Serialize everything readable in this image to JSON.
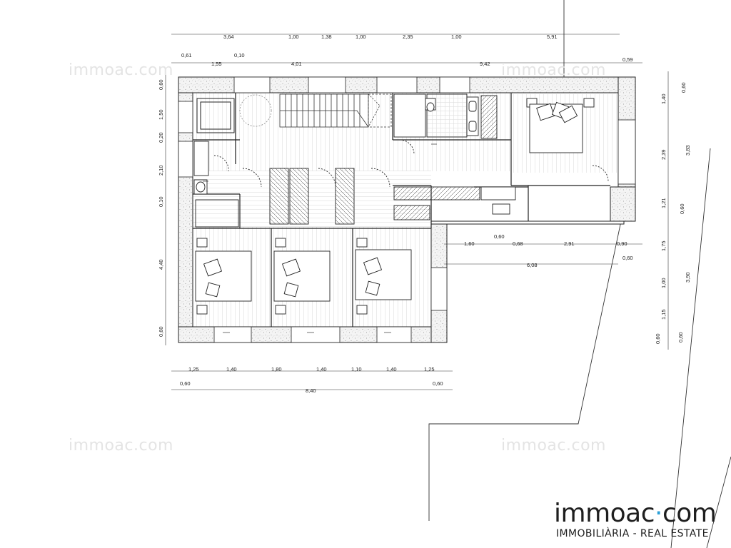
{
  "watermarks": [
    "immoac.com",
    "immoac.com",
    "immoac.com",
    "immoac.com"
  ],
  "brand": {
    "name_prefix": "immoac",
    "name_dot": "·",
    "name_suffix": "com",
    "tagline": "IMMOBILIÀRIA - REAL ESTATE",
    "accent_color": "#2a9fd8"
  },
  "dimensions": {
    "top_row1": [
      "3,64",
      "1,00",
      "1,38",
      "1,00",
      "2,35",
      "1,00",
      "5,91"
    ],
    "top_row2": [
      "0,61",
      "1,55",
      "0,10",
      "4,01",
      "9,42",
      "0,59"
    ],
    "left": [
      "0,60",
      "1,50",
      "0,20",
      "2,10",
      "0,10",
      "4,40",
      "0,60"
    ],
    "right_inner": [
      "1,40",
      "2,39",
      "1,21",
      "1,75",
      "1,00",
      "1,15"
    ],
    "right_outer": [
      "0,60",
      "3,83",
      "0,60",
      "3,90",
      "0,60",
      "0,60"
    ],
    "right_wing": [
      "0,60",
      "1,60",
      "0,68",
      "2,91",
      "0,90",
      "0,60",
      "6,08"
    ],
    "bottom_row1": [
      "1,25",
      "1,40",
      "1,80",
      "1,40",
      "1,10",
      "1,40",
      "1,25"
    ],
    "bottom_row2": [
      "0,60",
      "8,40",
      "0,60"
    ]
  }
}
